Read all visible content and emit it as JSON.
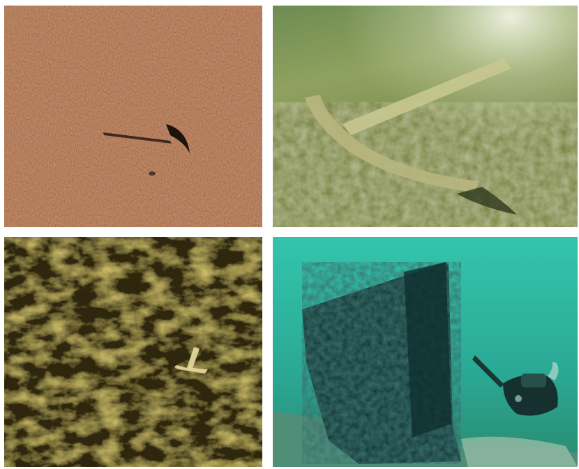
{
  "panels": [
    {
      "id": "sonar-anchor",
      "palette": {
        "base": "#c8865f",
        "dark": "#3a2218",
        "light": "#e8b090"
      }
    },
    {
      "id": "photo-anchor",
      "palette": {
        "base": "#8c9a5a",
        "dark": "#4d5a30",
        "light": "#d8dcc0"
      }
    },
    {
      "id": "sonar-wreck",
      "palette": {
        "base": "#5a4a14",
        "dark": "#2a2208",
        "light": "#c8b460"
      }
    },
    {
      "id": "photo-wreck",
      "palette": {
        "base": "#2fb6a0",
        "dark": "#0f3a35",
        "light": "#5fe0c8"
      }
    }
  ]
}
